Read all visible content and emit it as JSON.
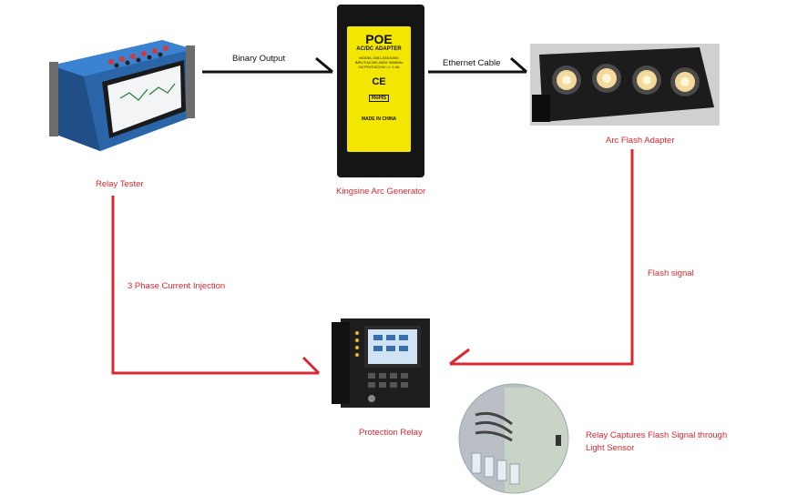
{
  "labels": {
    "relay_tester": "Relay Tester",
    "arc_generator": "Kingsine Arc Generator",
    "flash_adapter": "Arc Flash Adapter",
    "protection_relay": "Protection Relay",
    "binary_output": "Binary Output",
    "ethernet_cable": "Ethernet Cable",
    "current_injection": "3 Phase Current Injection",
    "flash_signal": "Flash signal",
    "light_sensor_line1": "Relay Captures Flash Signal through",
    "light_sensor_line2": "Light Sensor"
  },
  "adapter": {
    "brand": "POE",
    "subtitle": "AC/DC ADAPTER",
    "model": "MODEL:GM1-02401000",
    "input": "INPUT:AC100-240V~50/60Hz",
    "output": "OUTPUT:DC24V == 1.0A",
    "origin": "MADE IN CHINA",
    "ce": "CE",
    "rohs": "RoHS"
  },
  "colors": {
    "accent_red": "#d9282f",
    "arrow_black": "#111111",
    "adapter_yellow": "#f3e600",
    "tester_blue": "#2f74c0"
  }
}
